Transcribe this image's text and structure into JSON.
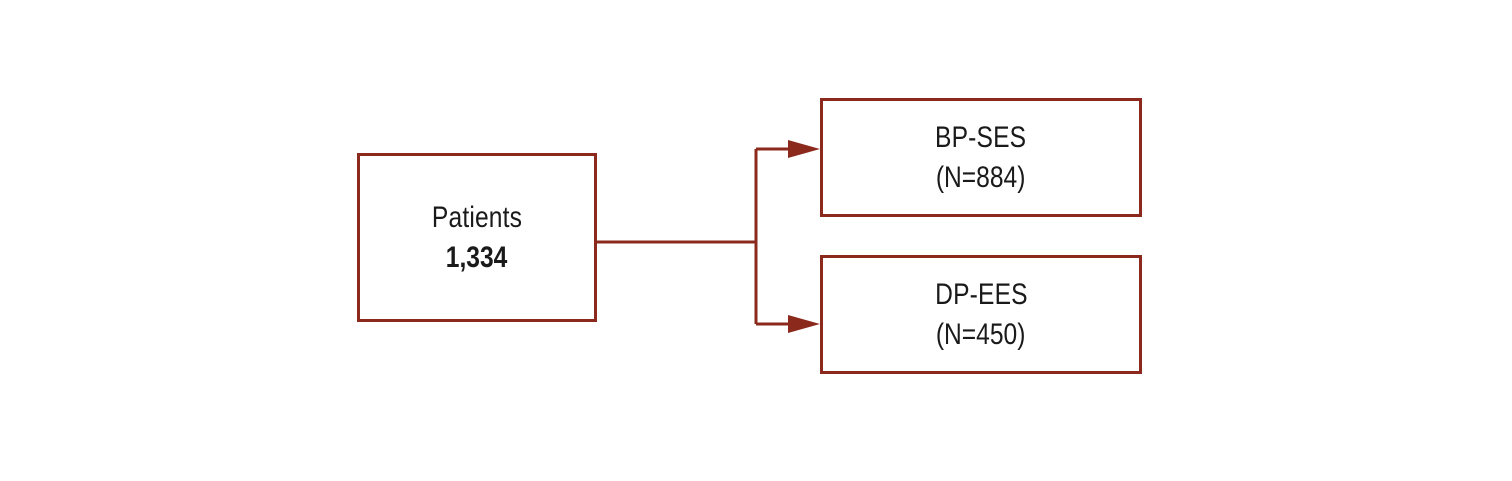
{
  "colors": {
    "accent": "#8b2a1c",
    "text": "#1a1a1a",
    "background": "#ffffff"
  },
  "source_box": {
    "label": "Patients",
    "count": "1,334"
  },
  "target_boxes": [
    {
      "label": "BP-SES",
      "count": "(N=884)"
    },
    {
      "label": "DP-EES",
      "count": "(N=450)"
    }
  ]
}
